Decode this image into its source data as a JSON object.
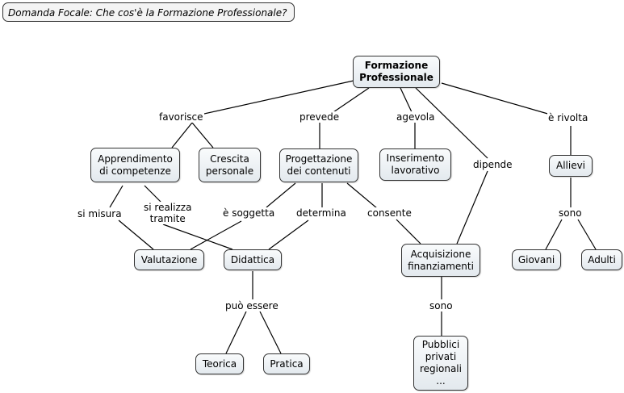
{
  "focus_question": "Domanda Focale: Che cos'è la Formazione Professionale?",
  "nodes": {
    "formazione": "Formazione\nProfessionale",
    "apprendimento": "Apprendimento\ndi competenze",
    "crescita": "Crescita\npersonale",
    "progettazione": "Progettazione\ndei contenuti",
    "inserimento": "Inserimento\nlavorativo",
    "allievi": "Allievi",
    "valutazione": "Valutazione",
    "didattica": "Didattica",
    "acquisizione": "Acquisizione\nfinanziamenti",
    "giovani": "Giovani",
    "adulti": "Adulti",
    "teorica": "Teorica",
    "pratica": "Pratica",
    "pubblici": "Pubblici\nprivati\nregionali\n..."
  },
  "links": {
    "favorisce": "favorisce",
    "prevede": "prevede",
    "agevola": "agevola",
    "dipende": "dipende",
    "e_rivolta": "è rivolta",
    "si_misura": "si misura",
    "si_realizza": "si realizza\ntramite",
    "e_soggetta": "è soggetta",
    "determina": "determina",
    "consente": "consente",
    "sono_allievi": "sono",
    "puo_essere": "può essere",
    "sono_acq": "sono"
  }
}
